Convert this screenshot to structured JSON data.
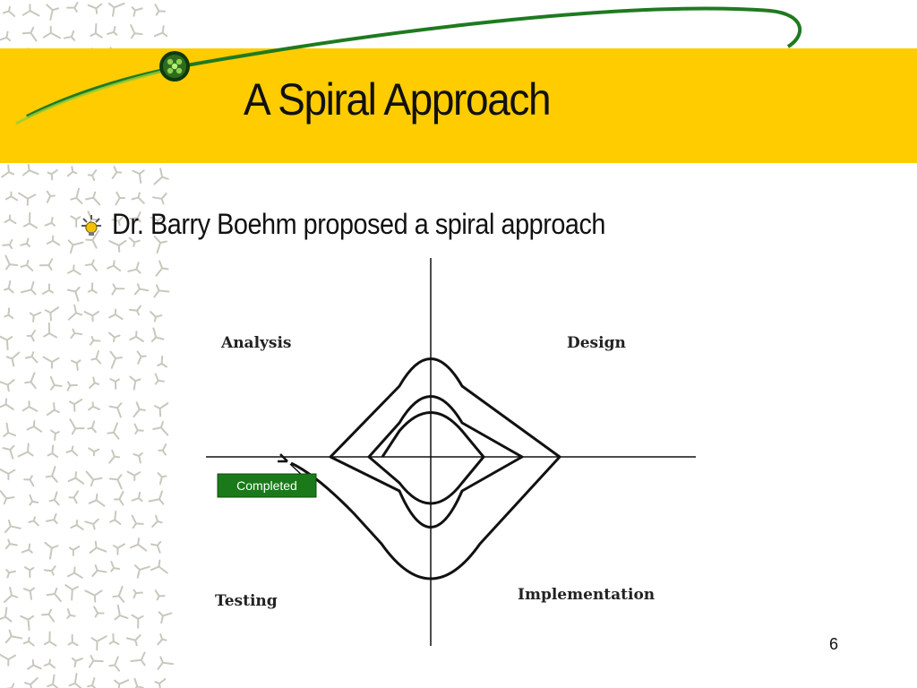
{
  "slide": {
    "title": "A Spiral Approach",
    "bullet": "Dr. Barry Boehm proposed a spiral approach",
    "page_number": "6"
  },
  "diagram": {
    "quadrants": {
      "top_left": "Analysis",
      "top_right": "Design",
      "bottom_left": "Testing",
      "bottom_right": "Implementation"
    },
    "completed_label": "Completed"
  },
  "colors": {
    "band": "#ffcc00",
    "swoosh": "#1f7a1f",
    "completed_box": "#1a7a1a"
  },
  "icons": [
    "bullet-bulb-icon",
    "green-orb-icon"
  ]
}
